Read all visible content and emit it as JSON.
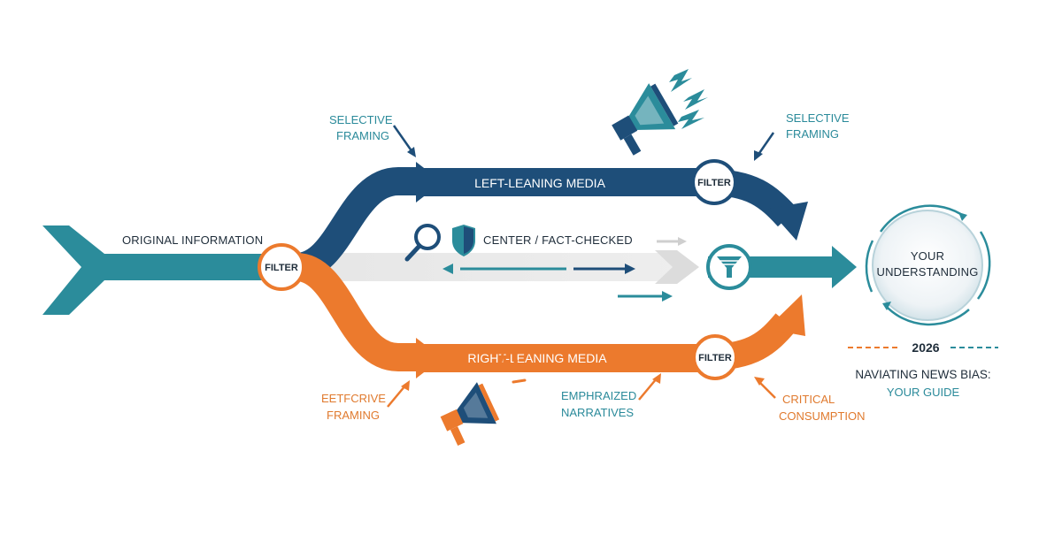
{
  "colors": {
    "navy": "#1e4e79",
    "teal": "#2b8c9b",
    "orange": "#ec7a2d",
    "gray": "#e3e3e3",
    "dark": "#1f2d3a"
  },
  "origin": {
    "label": "ORIGINAL INFORMATION",
    "filter": "FILTER"
  },
  "left": {
    "label": "LEFT-LEANING MEDIA",
    "filter": "FILTER",
    "annot_left": [
      "SELECTIVE",
      "FRAMING"
    ],
    "annot_right": [
      "SELECTIVE",
      "FRAMING"
    ]
  },
  "center": {
    "label": "CENTER / FACT-CHECKED"
  },
  "right": {
    "label": "RIGHT-LEANING MEDIA",
    "filter": "FILTER",
    "annot_left": [
      "EETFCRIVE",
      "FRAMING"
    ],
    "annot_mid": [
      "EMPHRAIZED",
      "NARRATIVES"
    ],
    "annot_right": [
      "CRITICAL",
      "CONSUMPTION"
    ]
  },
  "destination": {
    "label": [
      "YOUR",
      "UNDERSTANDING"
    ]
  },
  "guide": {
    "year": "2026",
    "title": "NAVIATING NEWS BIAS:",
    "subtitle": "YOUR GUIDE"
  },
  "icons": [
    "megaphone-icon",
    "lightning-icon",
    "magnifier-icon",
    "shield-icon",
    "funnel-icon",
    "megaphone-icon"
  ]
}
